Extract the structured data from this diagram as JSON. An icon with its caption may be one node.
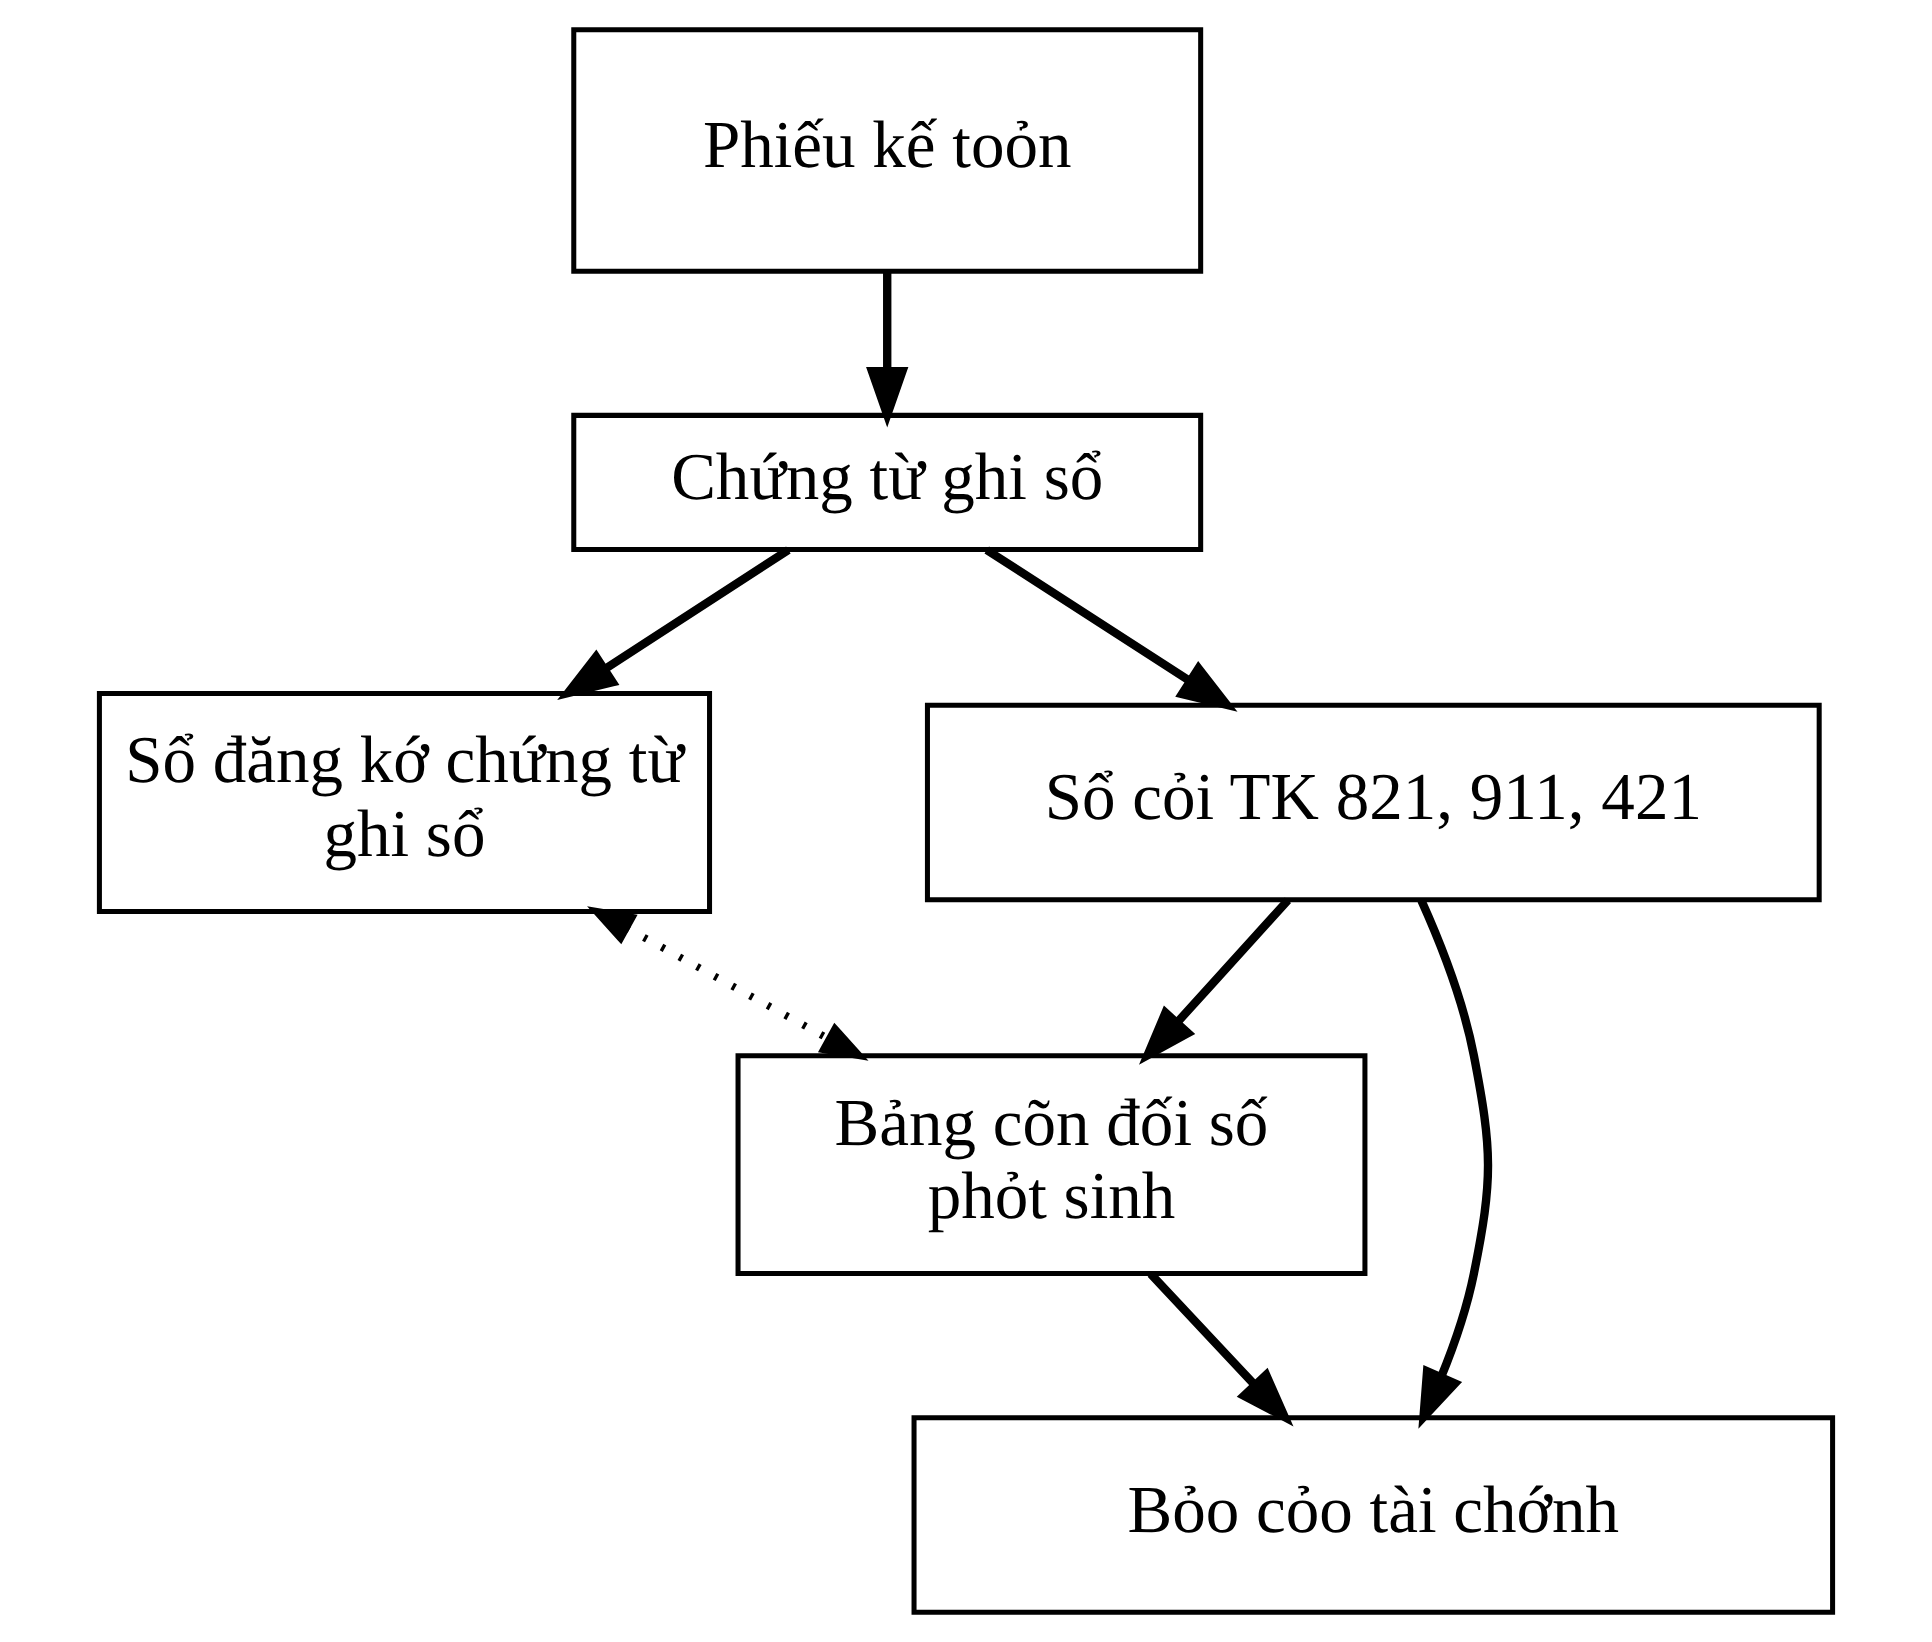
{
  "diagram": {
    "nodes": [
      {
        "text": [
          "Phiếu kế toỏn"
        ]
      },
      {
        "text": [
          "Chứng từ ghi sổ"
        ]
      },
      {
        "text": [
          "Sổ đăng kớ chứng từ ghi sổ"
        ]
      },
      {
        "text": [
          "Sổ cỏi TK 821, 911, 421"
        ]
      },
      {
        "text": [
          "Bảng cõn đối số phỏt sinh"
        ]
      },
      {
        "text": [
          "Bỏo cỏo tài chớnh"
        ]
      }
    ],
    "edges": [
      {
        "from": 0,
        "to": 1,
        "arrow": "to"
      },
      {
        "from": 1,
        "to": 2,
        "arrow": "to"
      },
      {
        "from": 1,
        "to": 3,
        "arrow": "to"
      },
      {
        "from": 3,
        "to": 4,
        "arrow": "to"
      },
      {
        "from": 2,
        "to": 4,
        "arrow": "both",
        "style": "dashed"
      },
      {
        "from": 4,
        "to": 5,
        "arrow": "to"
      },
      {
        "from": 3,
        "to": 5,
        "arrow": "to"
      }
    ]
  }
}
